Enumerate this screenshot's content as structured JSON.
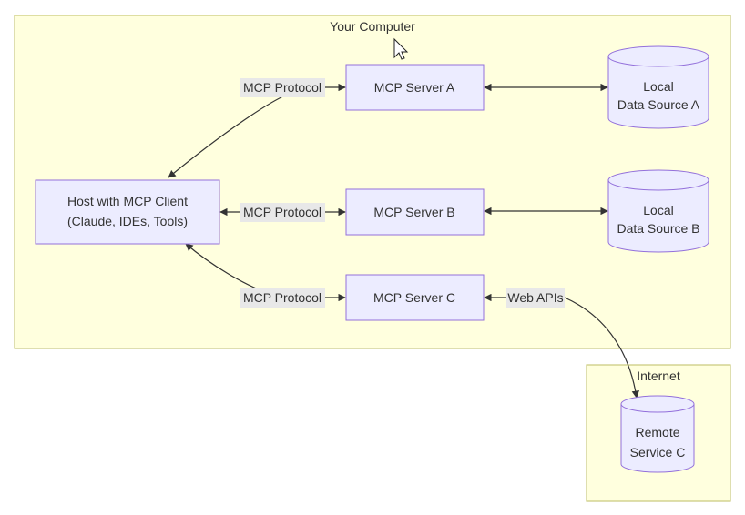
{
  "groups": {
    "computer": "Your Computer",
    "internet": "Internet"
  },
  "nodes": {
    "host": [
      "Host with MCP Client",
      "(Claude, IDEs, Tools)"
    ],
    "server_a": "MCP Server A",
    "server_b": "MCP Server B",
    "server_c": "MCP Server C",
    "source_a": [
      "Local",
      "Data Source A"
    ],
    "source_b": [
      "Local",
      "Data Source B"
    ],
    "remote_c": [
      "Remote",
      "Service C"
    ]
  },
  "edge_labels": {
    "protocol_a": "MCP Protocol",
    "protocol_b": "MCP Protocol",
    "protocol_c": "MCP Protocol",
    "web_apis": "Web APIs"
  },
  "colors": {
    "group_fill": "#ffffde",
    "group_stroke": "#c9c97a",
    "node_fill": "#ececff",
    "node_stroke": "#9370db",
    "edge": "#333333",
    "label_bg": "#e8e8e8"
  },
  "cursor": "pointer-cursor-icon"
}
